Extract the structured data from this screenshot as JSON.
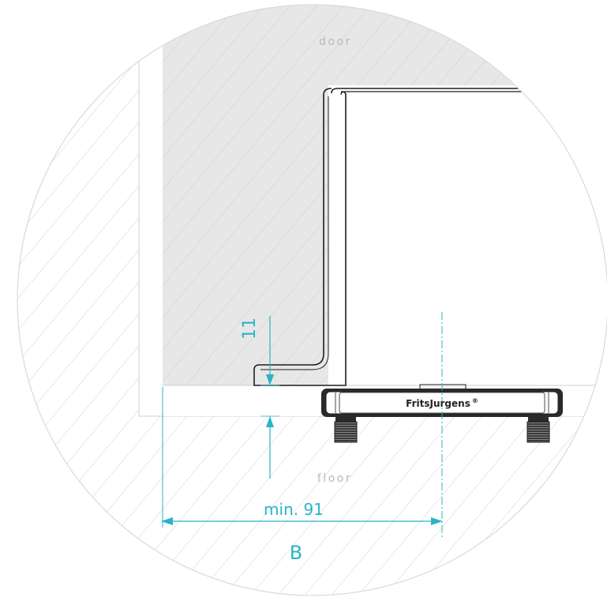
{
  "labels": {
    "door": "door",
    "floor": "floor",
    "brand": "FritsJurgens",
    "brand_mark": "®"
  },
  "dimensions": {
    "vertical_value": "11",
    "horizontal_value": "min. 91",
    "reference_letter": "B"
  },
  "colors": {
    "dimension_line": "#2bb3c6",
    "door_fill": "#e7e7e7",
    "hatch": "#d2d2d2",
    "outline": "#1e1e1e",
    "circle_border": "#d9d9d9"
  }
}
